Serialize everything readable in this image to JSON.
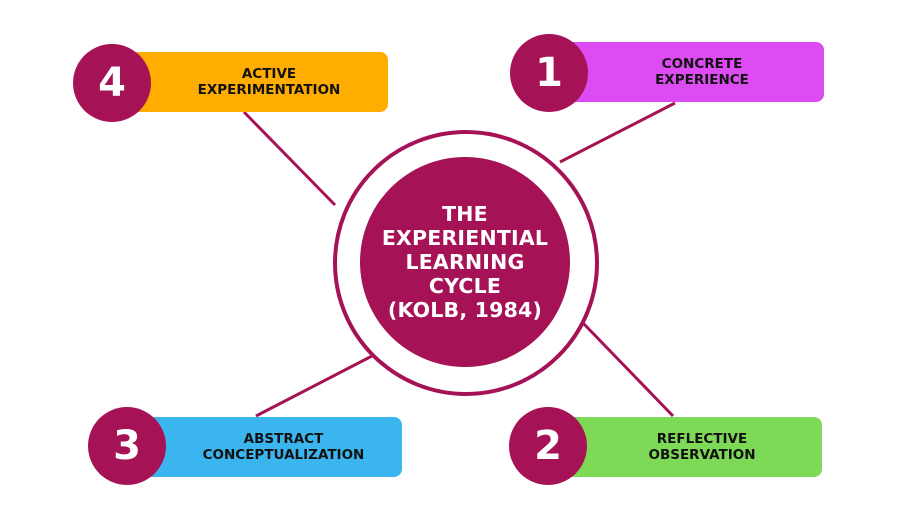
{
  "center": {
    "lines": [
      "THE",
      "EXPERIENTIAL",
      "LEARNING",
      "CYCLE",
      "(KOLB, 1984)"
    ]
  },
  "stages": [
    {
      "number": "1",
      "lines": [
        "CONCRETE",
        "EXPERIENCE"
      ],
      "color": "#DD4CF2"
    },
    {
      "number": "2",
      "lines": [
        "REFLECTIVE",
        "OBSERVATION"
      ],
      "color": "#7ED957"
    },
    {
      "number": "3",
      "lines": [
        "ABSTRACT",
        "CONCEPTUALIZATION"
      ],
      "color": "#3BB5EE"
    },
    {
      "number": "4",
      "lines": [
        "ACTIVE",
        "EXPERIMENTATION"
      ],
      "color": "#FFAD00"
    }
  ],
  "accent_color": "#A51256"
}
